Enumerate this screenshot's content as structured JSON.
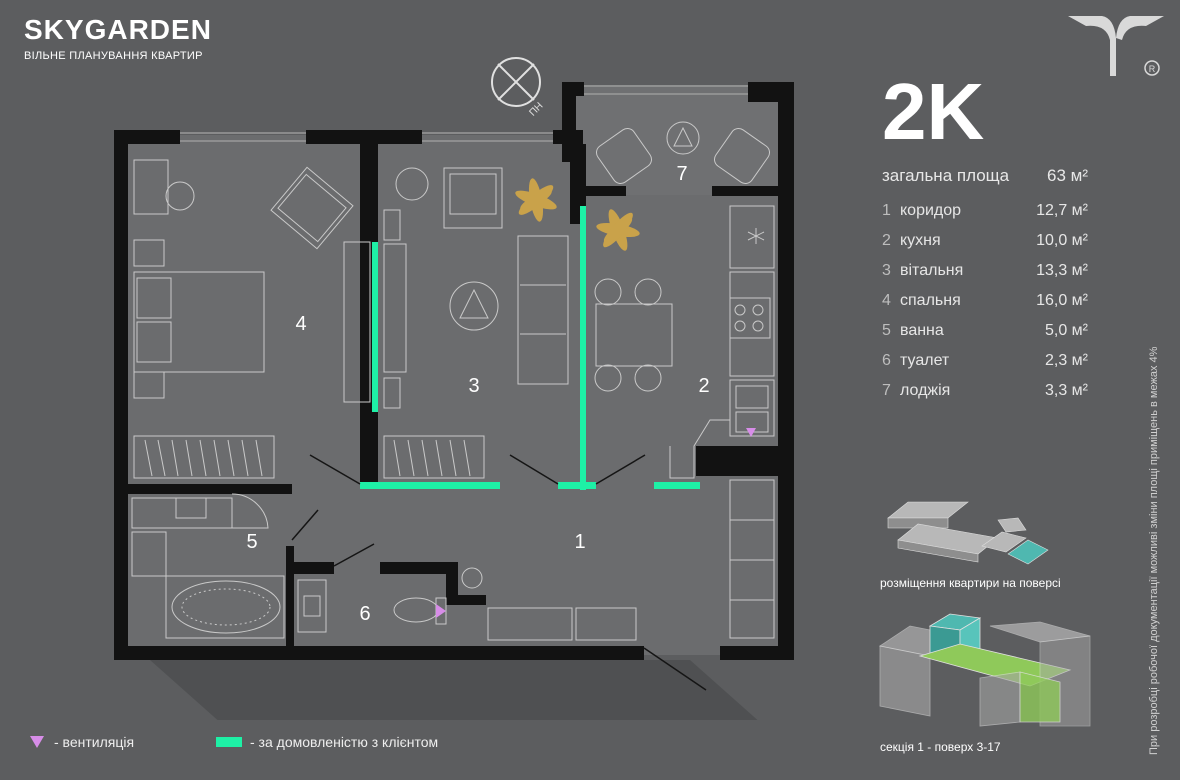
{
  "brand": {
    "name": "SKYGARDEN",
    "subtitle": "ВІЛЬНЕ ПЛАНУВАННЯ КВАРТИР"
  },
  "apartment": {
    "type": "2K",
    "total_label": "загальна площа",
    "total_value": "63 м²"
  },
  "rooms": [
    {
      "num": "1",
      "name": "коридор",
      "area": "12,7 м²"
    },
    {
      "num": "2",
      "name": "кухня",
      "area": "10,0 м²"
    },
    {
      "num": "3",
      "name": "вітальня",
      "area": "13,3 м²"
    },
    {
      "num": "4",
      "name": "спальня",
      "area": "16,0 м²"
    },
    {
      "num": "5",
      "name": "ванна",
      "area": "5,0 м²"
    },
    {
      "num": "6",
      "name": "туалет",
      "area": "2,3 м²"
    },
    {
      "num": "7",
      "name": "лоджія",
      "area": "3,3 м²"
    }
  ],
  "compass": {
    "label": "ПН"
  },
  "placement_caption": "розміщення квартири на поверсі",
  "section_caption": "секція 1 - поверх 3-17",
  "note_vertical": "При розробці робочої документації можливі зміни площі приміщень в межах 4%",
  "legend": {
    "ventilation": "- вентиляція",
    "optional": "- за домовленістю з клієнтом"
  },
  "colors": {
    "background": "#5c5d5f",
    "wall": "#121212",
    "accent": "#1ef0a6",
    "vent": "#d78de8",
    "green_zone": "#8fc95a",
    "highlight_apartment": "#4fb8b0"
  }
}
